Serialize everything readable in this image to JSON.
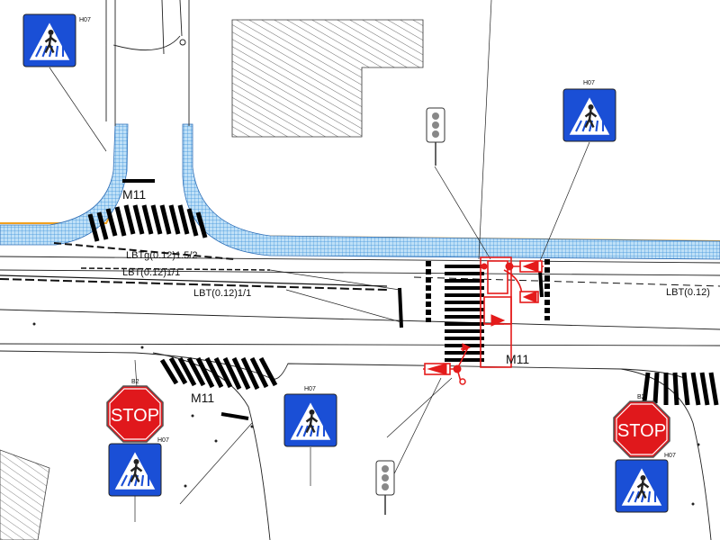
{
  "road_markings": {
    "m11_a": "M11",
    "m11_b": "M11",
    "m11_c": "M11",
    "lbt_a": "LBTg(0.12)1.5/2",
    "lbt_b": "LBT(0.12)1/1",
    "lbt_c": "LBT(0.12)1/1",
    "lbt_d": "LBT(0.12)"
  },
  "signs": {
    "h07_a": "H07",
    "h07_b": "H07",
    "h07_c": "H07",
    "h07_d": "H07",
    "h07_e": "H07",
    "b2_a": "B2",
    "b2_b": "B2",
    "stop_a": "STOP",
    "stop_b": "STOP"
  },
  "colors": {
    "sign_blue": "#1a4fd6",
    "stop_red": "#e0181c",
    "signal_red": "#e41b1b",
    "sidewalk_hatch": "#4aa6e6",
    "curb_orange": "#f0a020"
  },
  "icons": {
    "pedestrian_crossing": "pedestrian-crossing-icon",
    "traffic_light": "traffic-light-icon",
    "stop_sign": "stop-sign-icon"
  }
}
